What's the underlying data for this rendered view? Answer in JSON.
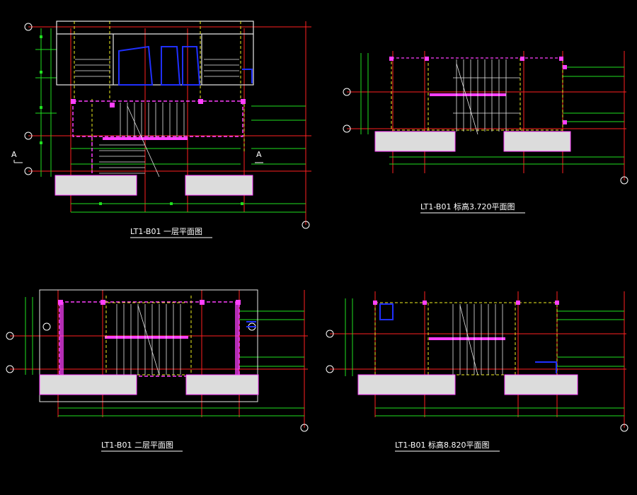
{
  "colors": {
    "background": "#000000",
    "axis_red": "#ff2020",
    "dim_green": "#20e020",
    "struct_yellow": "#f0f020",
    "wall_white": "#e8e8e8",
    "beam_magenta": "#ff40ff",
    "slab_grey": "#dcdcdc",
    "window_blue": "#2030ff",
    "text_white": "#ffffff"
  },
  "drawings": [
    {
      "id": "plan-1",
      "title": "LT1-B01  一层平面图"
    },
    {
      "id": "plan-2",
      "title": "LT1-B01  标高3.720平面图"
    },
    {
      "id": "plan-3",
      "title": "LT1-B01  二层平面图"
    },
    {
      "id": "plan-4",
      "title": "LT1-B01  标高8.820平面图"
    }
  ],
  "section_marks": [
    "A",
    "A"
  ]
}
